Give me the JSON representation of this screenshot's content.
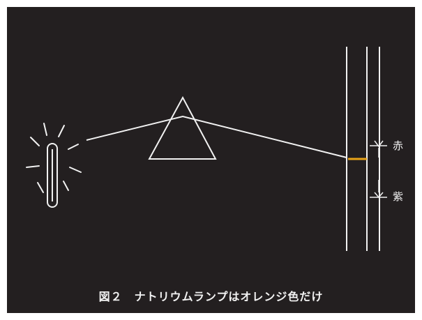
{
  "labels": {
    "red": "赤",
    "violet": "紫"
  },
  "caption": "図２　ナトリウムランプはオレンジ色だけ",
  "colors": {
    "background": "#231f20",
    "line": "#f2f2f2",
    "sodium_emission": "#e8a317"
  },
  "icons": {
    "lamp": "sodium-lamp-icon",
    "glow": "glow-rays"
  }
}
